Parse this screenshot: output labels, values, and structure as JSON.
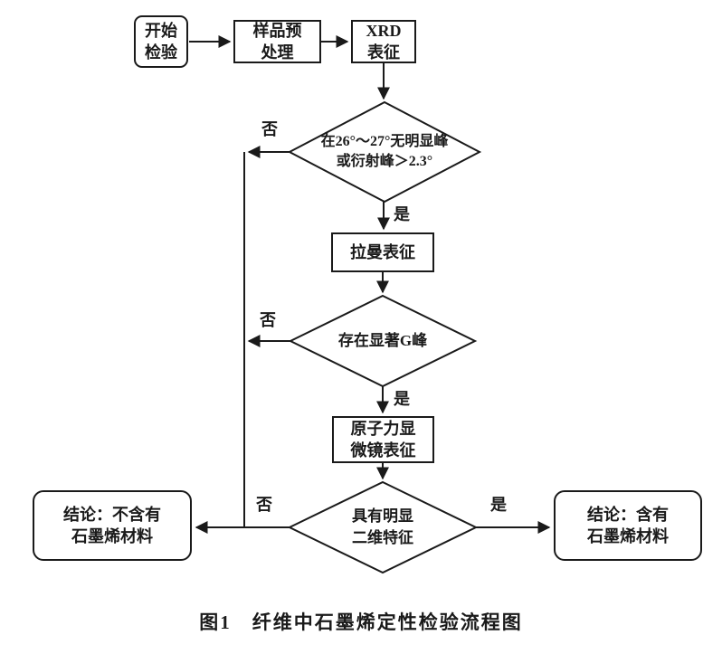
{
  "caption": "图1　纤维中石墨烯定性检验流程图",
  "nodes": {
    "start": {
      "label": "开始\n检验"
    },
    "pretreatment": {
      "label": "样品预\n处理"
    },
    "xrd": {
      "label": "XRD\n表征"
    },
    "xrd_decision": {
      "label": "在26°～27°无明显峰\n或衍射峰＞2.3°"
    },
    "raman": {
      "label": "拉曼表征"
    },
    "g_peak_decision": {
      "label": "存在显著G峰"
    },
    "afm": {
      "label": "原子力显\n微镜表征"
    },
    "two_d_decision": {
      "label": "具有明显\n二维特征"
    },
    "conclusion_negative": {
      "label": "结论：不含有\n石墨烯材料"
    },
    "conclusion_positive": {
      "label": "结论：含有\n石墨烯材料"
    }
  },
  "edge_labels": {
    "yes": "是",
    "no": "否"
  },
  "colors": {
    "line": "#1a1a1a",
    "background": "#ffffff"
  }
}
